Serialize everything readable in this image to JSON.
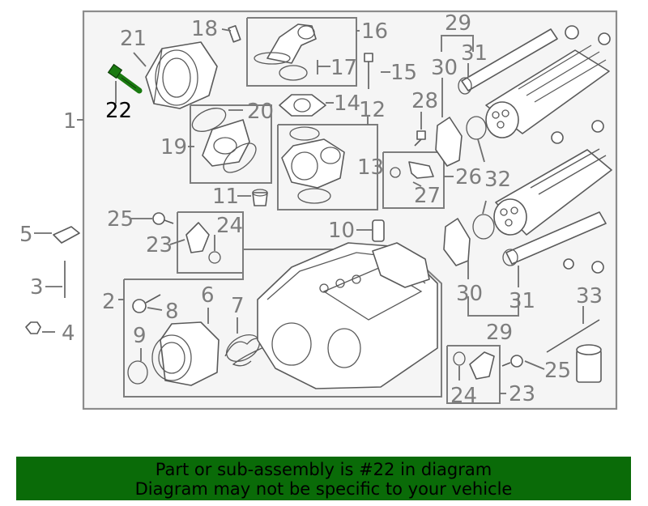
{
  "diagram": {
    "callouts": {
      "c1": "1",
      "c2": "2",
      "c3": "3",
      "c4": "4",
      "c5": "5",
      "c6": "6",
      "c7": "7",
      "c8": "8",
      "c9": "9",
      "c10": "10",
      "c11": "11",
      "c12": "12",
      "c13": "13",
      "c14": "14",
      "c15": "15",
      "c16": "16",
      "c17": "17",
      "c18": "18",
      "c19": "19",
      "c20": "20",
      "c21": "21",
      "c22": "22",
      "c23a": "23",
      "c23b": "23",
      "c24a": "24",
      "c24b": "24",
      "c25a": "25",
      "c25b": "25",
      "c26": "26",
      "c27": "27",
      "c28": "28",
      "c29a": "29",
      "c29b": "29",
      "c30a": "30",
      "c30b": "30",
      "c31a": "31",
      "c31b": "31",
      "c32": "32",
      "c33": "33"
    },
    "highlight_part": "22",
    "highlight_color": "#1a7a10"
  },
  "banner": {
    "line1": "Part or sub-assembly is #22 in diagram",
    "line2": "Diagram may not be specific to your vehicle",
    "color": "#0a6b08"
  }
}
